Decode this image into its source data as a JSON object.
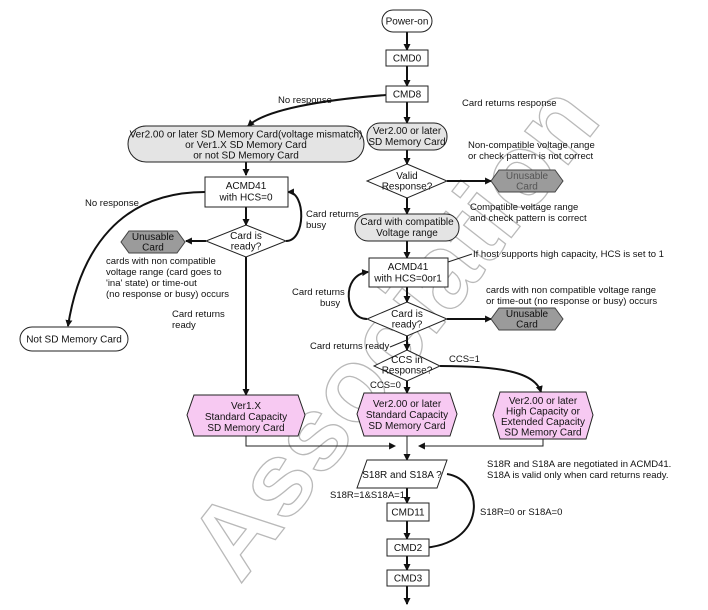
{
  "nodes": {
    "power_on": "Power-on",
    "cmd0": "CMD0",
    "cmd8": "CMD8",
    "ver2_mismatch": [
      "Ver2.00 or later SD Memory Card(voltage mismatch)",
      "or Ver1.X SD Memory Card",
      "or not SD Memory Card"
    ],
    "ver2_left": [
      "Ver2.00 or later",
      "SD Memory Card"
    ],
    "valid_response": [
      "Valid",
      "Response?"
    ],
    "unusable_1": [
      "Unusable",
      "Card"
    ],
    "acmd41_left": [
      "ACMD41",
      "with HCS=0"
    ],
    "card_compatible": [
      "Card with compatible",
      "Voltage range"
    ],
    "card_ready_left": [
      "Card is",
      "ready?"
    ],
    "unusable_2": [
      "Unusable",
      "Card"
    ],
    "acmd41_right": [
      "ACMD41",
      "with HCS=0or1"
    ],
    "card_ready_right": [
      "Card is",
      "ready?"
    ],
    "unusable_3": [
      "Unusable",
      "Card"
    ],
    "not_sd": "Not SD Memory Card",
    "ccs": [
      "CCS in",
      "Response?"
    ],
    "ver1_std": [
      "Ver1.X",
      "Standard Capacity",
      "SD Memory Card"
    ],
    "ver2_std": [
      "Ver2.00 or later",
      "Standard Capacity",
      "SD Memory Card"
    ],
    "ver2_high": [
      "Ver2.00 or later",
      "High Capacity or",
      "Extended Capacity",
      "SD Memory Card"
    ],
    "s18": "S18R and S18A ?",
    "cmd11": "CMD11",
    "cmd2": "CMD2",
    "cmd3": "CMD3"
  },
  "labels": {
    "no_response_1": "No response",
    "card_returns_response": "Card returns response",
    "non_compatible": [
      "Non-compatible voltage range",
      "or check pattern is not correct"
    ],
    "no_response_2": "No response",
    "card_returns_busy_1": [
      "Card returns",
      "busy"
    ],
    "compatible": [
      "Compatible voltage range",
      "and check pattern is correct"
    ],
    "hcs_note": "If host supports high capacity, HCS is set to  1",
    "non_compat_left": [
      "cards with non compatible",
      "voltage range (card goes to",
      "'ina' state) or time-out",
      "(no response or busy) occurs"
    ],
    "card_returns_busy_2": [
      "Card returns",
      "busy"
    ],
    "non_compat_right": [
      "cards with non compatible voltage range",
      "or time-out (no response or busy) occurs"
    ],
    "card_returns_ready_1": [
      "Card returns",
      "ready"
    ],
    "card_returns_ready_2": "Card returns ready",
    "ccs1": "CCS=1",
    "ccs0": "CCS=0",
    "s18_note": [
      "S18R and S18A are negotiated in ACMD41.",
      "S18A is valid only when card returns ready."
    ],
    "s18_yes": "S18R=1&S18A=1",
    "s18_no": "S18R=0 or S18A=0"
  },
  "watermark": "Association"
}
